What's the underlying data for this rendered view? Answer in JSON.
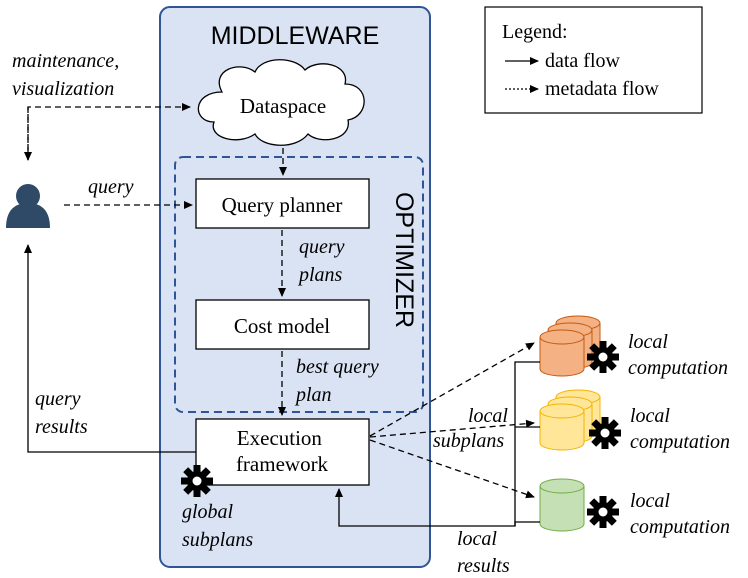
{
  "middleware": {
    "title": "MIDDLEWARE"
  },
  "optimizer": {
    "title": "OPTIMIZER"
  },
  "legend": {
    "title": "Legend:",
    "items": [
      {
        "label": "data flow"
      },
      {
        "label": "metadata flow"
      }
    ]
  },
  "nodes": {
    "dataspace": "Dataspace",
    "query_planner": "Query planner",
    "cost_model": "Cost model",
    "execution_framework": [
      "Execution",
      "framework"
    ]
  },
  "annotations": {
    "maintenance": [
      "maintenance,",
      "visualization"
    ],
    "query": "query",
    "query_plans": [
      "query",
      "plans"
    ],
    "best_query_plan": [
      "best query",
      "plan"
    ],
    "query_results": [
      "query",
      "results"
    ],
    "global_subplans": [
      "global",
      "subplans"
    ],
    "local_subplans": [
      "local",
      "subplans"
    ],
    "local_results": [
      "local",
      "results"
    ],
    "local_computation": [
      "local",
      "computation"
    ]
  },
  "colors": {
    "middleware_fill": "#dae3f3",
    "middleware_border": "#2f5597",
    "user_icon": "#2f4a66",
    "db_red": "#f4b183",
    "db_red_stroke": "#c55a11",
    "db_yellow": "#ffe699",
    "db_yellow_stroke": "#f4b400",
    "db_green": "#c5e0b4",
    "db_green_stroke": "#70ad47"
  }
}
